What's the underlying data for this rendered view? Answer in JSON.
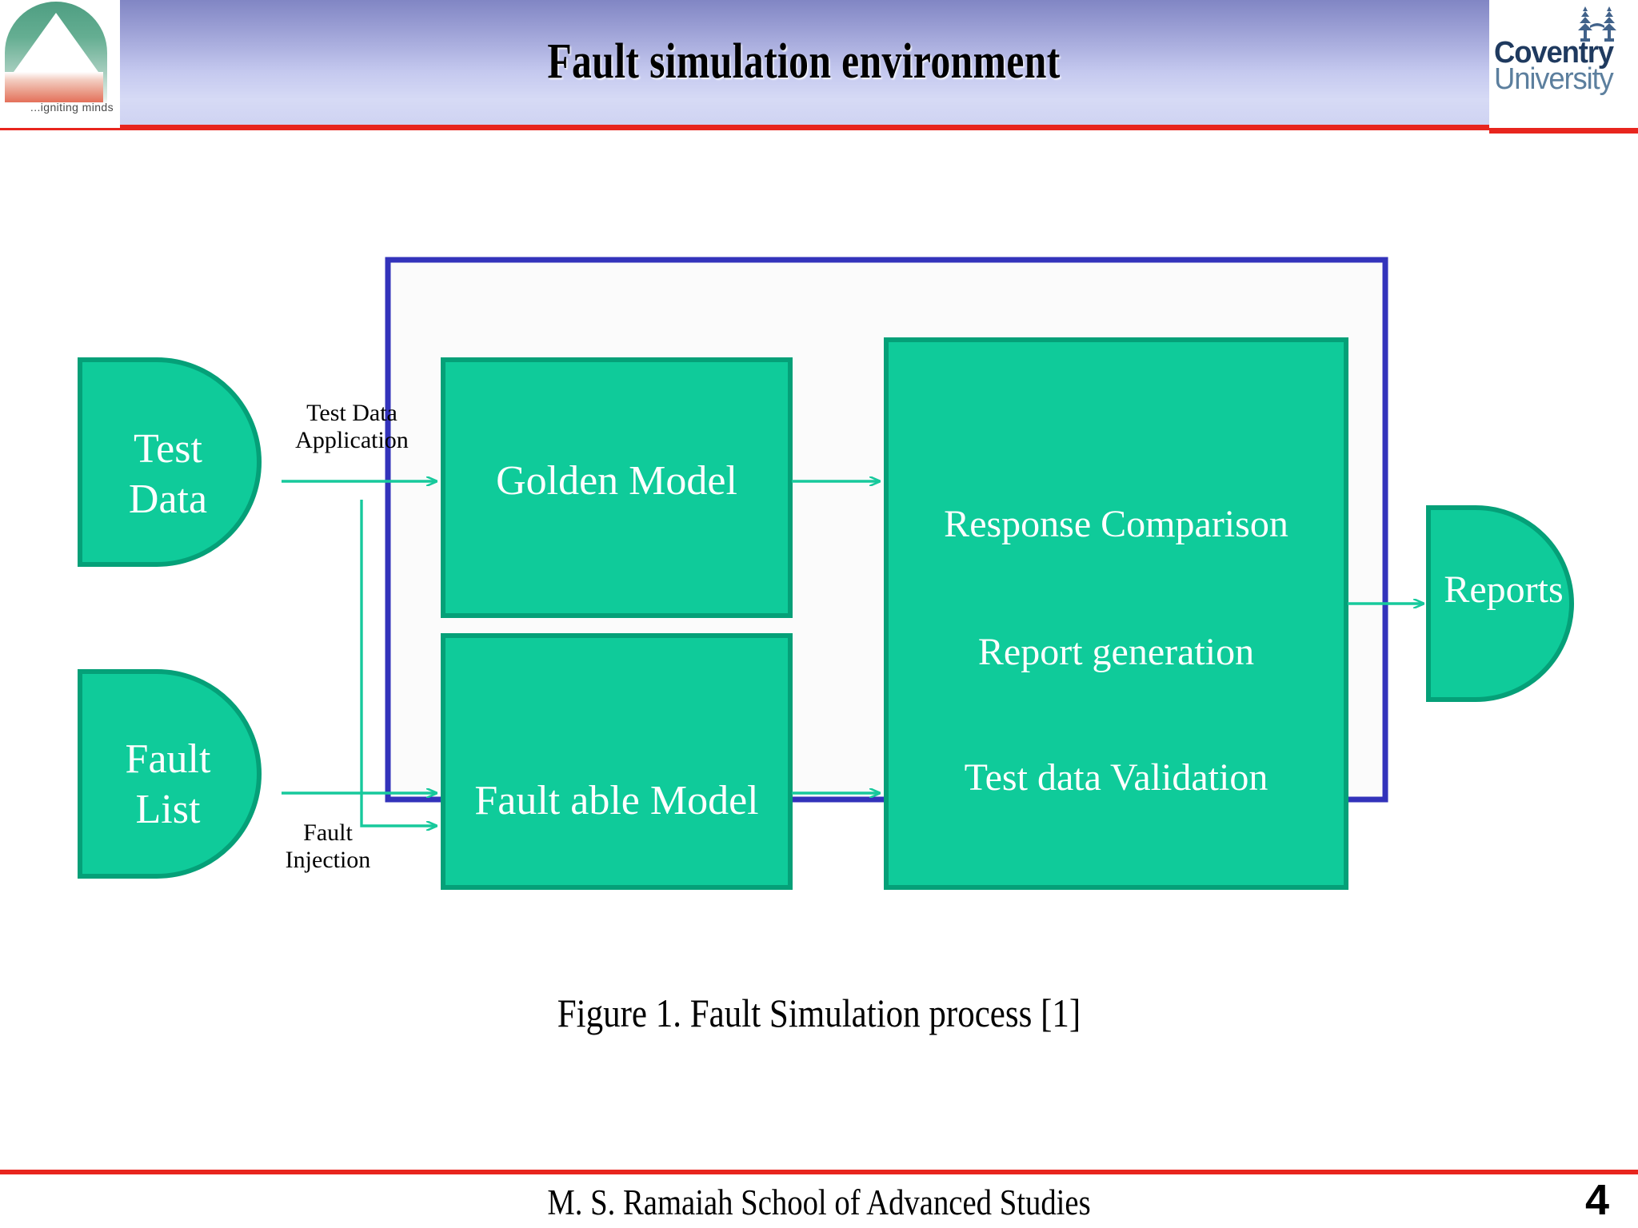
{
  "slide": {
    "title": "Fault simulation environment",
    "page_number": "4",
    "footer": "M. S. Ramaiah School of Advanced Studies",
    "figure_caption": "Figure 1. Fault Simulation process [1]"
  },
  "logos": {
    "left": {
      "name": "msrsas-logo",
      "tagline": "...igniting minds"
    },
    "right": {
      "name": "coventry-university-logo",
      "line1": "Coventry",
      "line2": "University"
    }
  },
  "diagram": {
    "name": "fault-simulation-process",
    "container_label": "Fault simulation environment boundary",
    "nodes": [
      {
        "id": "test-data",
        "label": "Test\nData",
        "shape": "d-shape"
      },
      {
        "id": "fault-list",
        "label": "Fault\nList",
        "shape": "d-shape"
      },
      {
        "id": "golden-model",
        "label": "Golden Model",
        "shape": "rect"
      },
      {
        "id": "fault-able-model",
        "label": "Fault able Model",
        "shape": "rect"
      },
      {
        "id": "analysis-block",
        "label": "Response Comparison",
        "shape": "rect"
      },
      {
        "id": "analysis-line-2",
        "label": "Report generation",
        "shape": "rect-text"
      },
      {
        "id": "analysis-line-3",
        "label": "Test data Validation",
        "shape": "rect-text"
      },
      {
        "id": "reports",
        "label": "Reports",
        "shape": "d-shape"
      }
    ],
    "edge_labels": [
      {
        "id": "test-data-application",
        "label": "Test Data\nApplication"
      },
      {
        "id": "fault-injection",
        "label": "Fault\nInjection"
      }
    ],
    "edges": [
      {
        "from": "test-data",
        "to": "golden-model",
        "label": "Test Data Application"
      },
      {
        "from": "test-data",
        "to": "fault-able-model",
        "label": "Test Data Application"
      },
      {
        "from": "fault-list",
        "to": "fault-able-model",
        "label": "Fault Injection"
      },
      {
        "from": "golden-model",
        "to": "analysis-block",
        "label": ""
      },
      {
        "from": "fault-able-model",
        "to": "analysis-block",
        "label": ""
      },
      {
        "from": "analysis-block",
        "to": "reports",
        "label": ""
      }
    ]
  },
  "colors": {
    "node_fill": "#0FCB9A",
    "node_border": "#05A078",
    "container_border": "#3333BB",
    "container_fill": "#FBFBFB",
    "arrow": "#17C99C",
    "accent_rule": "#E8251E",
    "header_gradient_top": "#8186C4",
    "header_gradient_bottom": "#D6DAF5",
    "title_text": "#000000",
    "node_text": "#FFFFFF"
  }
}
